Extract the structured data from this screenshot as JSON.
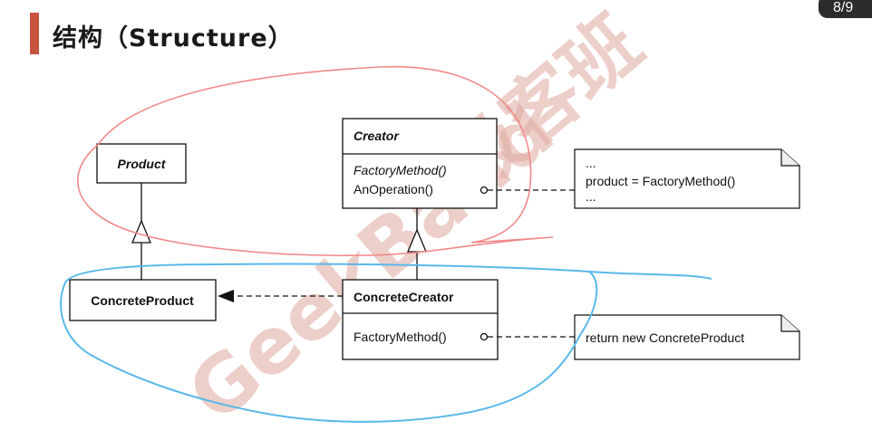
{
  "page": {
    "title": "结构（Structure）",
    "page_indicator": "8/9"
  },
  "watermark": {
    "brand_en": "GeekBand",
    "brand_cn": "极客班"
  },
  "diagram": {
    "product": {
      "name": "Product"
    },
    "creator": {
      "name": "Creator",
      "op1": "FactoryMethod()",
      "op2": "AnOperation()"
    },
    "concrete_product": {
      "name": "ConcreteProduct"
    },
    "concrete_creator": {
      "name": "ConcreteCreator",
      "op1": "FactoryMethod()"
    },
    "note_creator": {
      "line1": "...",
      "line2": "product = FactoryMethod()",
      "line3": "..."
    },
    "note_concrete": {
      "line1": "return new ConcreteProduct"
    }
  },
  "colors": {
    "accent_bar": "#c8543f",
    "red_annotation": "#f08a8a",
    "blue_annotation": "#5ab8e8"
  }
}
